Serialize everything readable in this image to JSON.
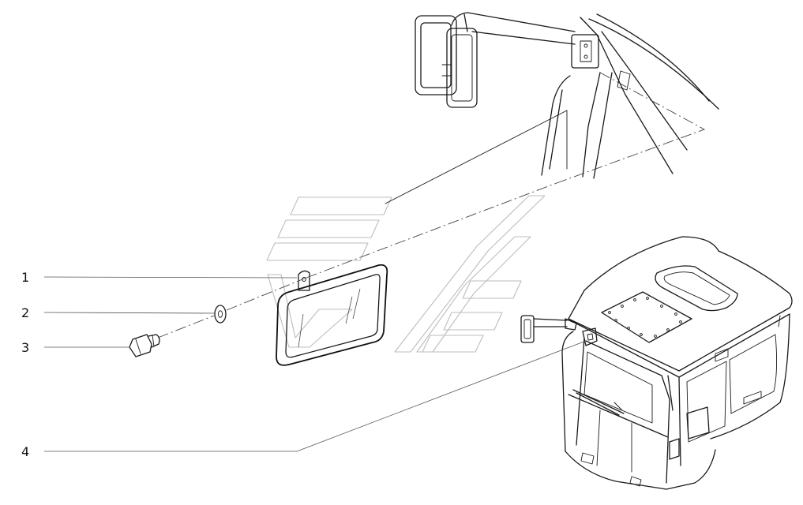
{
  "callouts": [
    {
      "id": 1,
      "label": "1"
    },
    {
      "id": 2,
      "label": "2"
    },
    {
      "id": 3,
      "label": "3"
    },
    {
      "id": 4,
      "label": "4"
    }
  ],
  "colors": {
    "line": "#1a1a1a",
    "leader": "#555555",
    "watermark": "#bdbdbd",
    "background": "#ffffff"
  }
}
